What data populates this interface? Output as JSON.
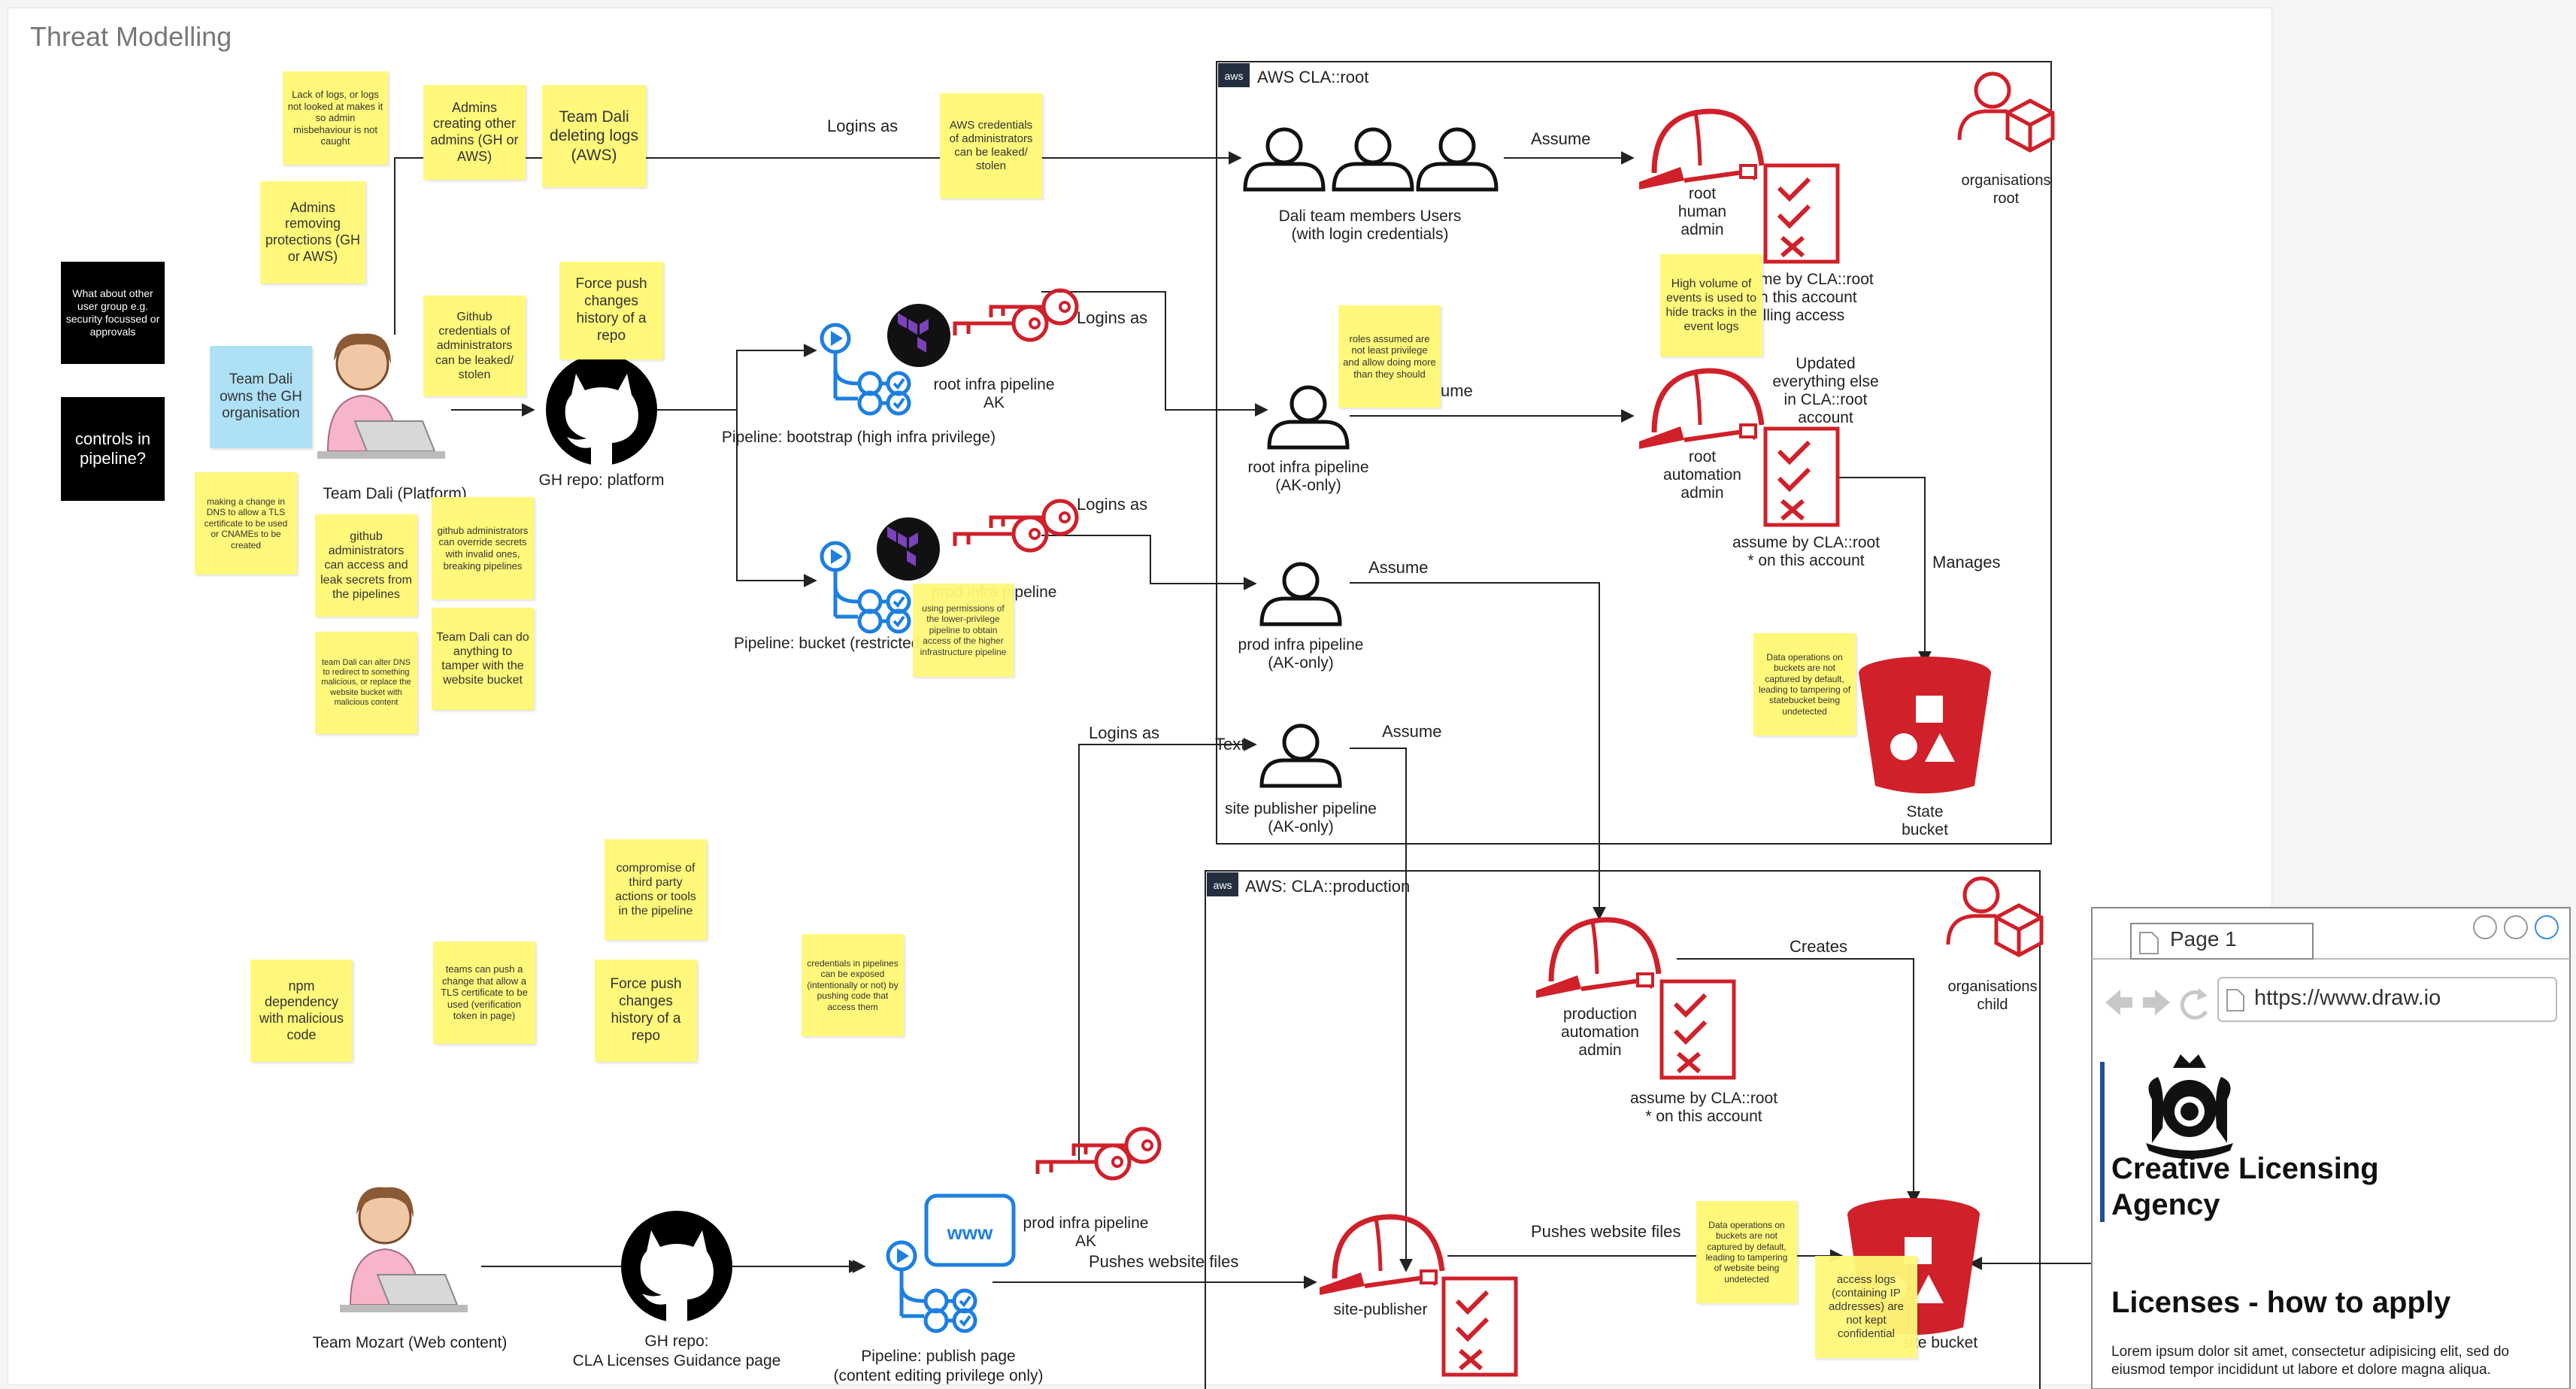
{
  "page_title": "Threat Modelling",
  "nodes": {
    "team_dali": "Team Dali (Platform)",
    "team_mozart": "Team Mozart (Web content)",
    "gh_platform": "GH repo: platform",
    "gh_cla": [
      "GH repo:",
      "CLA Licenses Guidance page"
    ],
    "pipeline_bootstrap": "Pipeline: bootstrap (high infra privilege)",
    "pipeline_bucket": "Pipeline: bucket (restricted i",
    "pipeline_publish": [
      "Pipeline: publish page",
      "(content editing privilege only)"
    ],
    "root_infra_ak": [
      "root infra pipeline",
      "AK"
    ],
    "prod_infra_ak_top": "prod infra pipeline",
    "prod_infra_ak_bottom": [
      "prod infra pipeline",
      "AK"
    ],
    "dali_users": [
      "Dali team members Users",
      "(with login credentials)"
    ],
    "root_infra_user": [
      "root infra pipeline",
      "(AK-only)"
    ],
    "prod_infra_user": [
      "prod infra pipeline",
      "(AK-only)"
    ],
    "site_publisher_user": [
      "site publisher pipeline",
      "(AK-only)"
    ],
    "root_human_admin": [
      "root",
      "human",
      "admin"
    ],
    "root_human_admin_desc": [
      "me by CLA::root",
      "n this account",
      "illing access"
    ],
    "root_automation_admin": [
      "root",
      "automation",
      "admin"
    ],
    "root_automation_desc_top": [
      "Updated",
      "everything else",
      "in CLA::root",
      "account"
    ],
    "root_automation_desc_bottom": [
      "assume by CLA::root",
      "* on this account"
    ],
    "org_root": [
      "organisations",
      "root"
    ],
    "org_child": [
      "organisations",
      "child"
    ],
    "state_bucket": [
      "State",
      "bucket"
    ],
    "production_admin": [
      "production",
      "automation",
      "admin"
    ],
    "production_admin_desc": [
      "assume by CLA::root",
      "* on this account"
    ],
    "site_publisher": "site-publisher",
    "website_bucket": "site bucket"
  },
  "groups": {
    "root": "AWS CLA::root",
    "production": "AWS: CLA::production",
    "aws_badge": "aws"
  },
  "edges": {
    "logins_as_1": "Logins as",
    "logins_as_2": "Logins as",
    "logins_as_3": "Logins as",
    "logins_as_4": "Logins as",
    "assume_1": "Assume",
    "assume_2": "sume",
    "assume_3": "Assume",
    "assume_4": "Assume",
    "manages": "Manages",
    "creates": "Creates",
    "pushes_1": "Pushes website files",
    "pushes_2": "Pushes website files",
    "text": "Text"
  },
  "stickies": {
    "lack_of_logs": "Lack of logs, or logs not looked at makes it so admin misbehaviour is not caught",
    "admins_creating": "Admins creating other admins (GH or AWS)",
    "dali_deleting_logs": "Team Dali deleting logs (AWS)",
    "aws_creds_leaked": "AWS credentials of administrators can be leaked/ stolen",
    "admins_removing": "Admins removing protections (GH or AWS)",
    "what_about": "What about other user group e.g. security focussed or approvals",
    "controls_in_pipeline": "controls in pipeline?",
    "dali_owns_gh": "Team Dali owns the GH organisation",
    "github_creds": "Github credentials of administrators can be leaked/ stolen",
    "force_push_1": "Force push changes history of a repo",
    "making_dns": "making a change in DNS to allow a TLS certificate to be used or CNAMEs to be created",
    "github_admins_access": "github administrators can access and leak secrets from the pipelines",
    "github_admins_override": "github administrators can override secrets with invalid ones, breaking pipelines",
    "team_dali_dns": "team Dali can alter DNS to redirect to something malicious, or replace the website bucket with malicious content",
    "team_dali_anything": "Team Dali can do anything to tamper with the website bucket",
    "roles_assumed": "roles assumed are not least privilege and allow doing more than they should",
    "high_volume": "High volume of events is used to hide tracks in the event logs",
    "using_permissions": "using permissions of the lower-privilege pipeline to obtain access of the higher infrastructure pipeline",
    "data_ops_state": "Data operations on buckets are not captured by default, leading to tampering of statebucket being undetected",
    "compromise_third_party": "compromise of third party actions or tools in the pipeline",
    "npm_dependency": "npm dependency with malicious code",
    "teams_push_change": "teams can push a change that allow a TLS certificate to be used (verification token in page)",
    "force_push_2": "Force push changes history of a repo",
    "credentials_exposed": "credentials in pipelines can be exposed (intentionally or not) by pushing code that access them",
    "data_ops_website": "Data operations on buckets are not captured by default, leading to tampering of website being undetected",
    "access_logs": "access logs (containing IP addresses) are not kept confidential"
  },
  "browser": {
    "tab": "Page 1",
    "url": "https://www.draw.io",
    "org_name": [
      "Creative Licensing",
      "Agency"
    ],
    "heading": "Licenses - how to apply",
    "body": "Lorem ipsum dolor sit amet, consectetur adipisicing elit, sed do eiusmod tempor incididunt ut labore et dolore magna aliqua."
  },
  "colors": {
    "red": "#d0202a",
    "blue": "#1d7fe0",
    "sticky": "#fff87a",
    "line": "#222222"
  }
}
